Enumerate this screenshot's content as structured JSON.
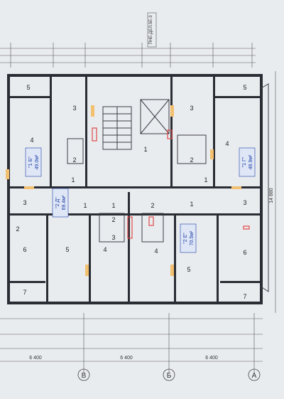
{
  "plan": {
    "axis_labels": [
      "В",
      "Б",
      "А"
    ],
    "bottom_dimensions": [
      "6 400",
      "6 400",
      "6 400"
    ],
    "side_dimension": "14 880",
    "rooms": {
      "r_tl_5": "5",
      "r_tl_3": "3",
      "r_tl_4": "4",
      "r_tl_2": "2",
      "r_tl_1": "1",
      "r_tr_5": "5",
      "r_tr_3": "3",
      "r_tr_4": "4",
      "r_tr_2": "2",
      "r_tr_1": "1",
      "r_stair_1": "1",
      "r_ml_3": "3",
      "r_ml_1": "1",
      "r_mr_3": "3",
      "r_mr_1": "1",
      "r_bl_6": "6",
      "r_bl_5": "5",
      "r_bl_4": "4",
      "r_bl_7": "7",
      "r_bl_2": "2",
      "r_bl_3": "3",
      "r_br_6": "6",
      "r_br_5": "5",
      "r_br_4": "4",
      "r_br_7": "7",
      "r_br_2": "2",
      "r_c_1": "1",
      "r_c_2": "2"
    },
    "apartments": {
      "apt_b": "\"1 Б\"",
      "apt_b_area": "49.0м²",
      "apt_g": "\"1 Г\"",
      "apt_g_area": "48.9м²",
      "apt_d": "\"2 Д\"",
      "apt_d_area": "69.4м²",
      "apt_e": "\"2 Е\"",
      "apt_e_area": "70.5м²"
    },
    "top_tag": "ПНЕ-ДЕЛ.5Е-3",
    "colors": {
      "paper": "#e9ecef",
      "wall": "#2a2d33",
      "door": "#f3c070",
      "apartment_label": "#1d3fa8",
      "red_marks": "#e04848"
    }
  }
}
